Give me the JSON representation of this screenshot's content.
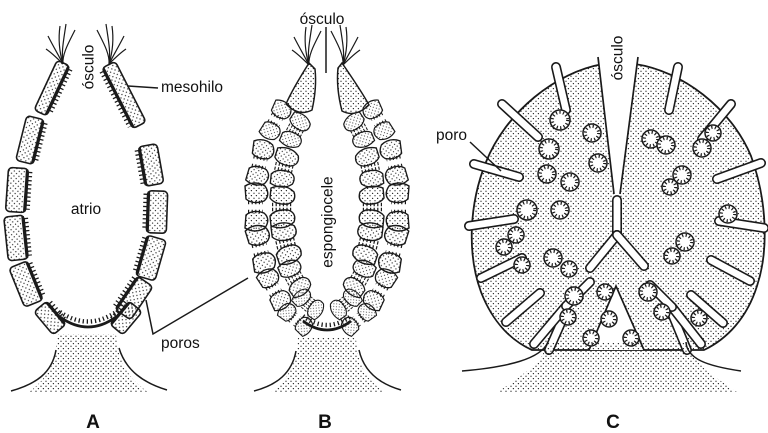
{
  "colors": {
    "ink": "#1a1a1a",
    "paper": "#ffffff"
  },
  "labels": {
    "osculo_a": "ósculo",
    "mesohilo": "mesohilo",
    "atrio": "atrio",
    "poros": "poros",
    "osculo_b": "ósculo",
    "espongiocele": "espongiocele",
    "osculo_c": "ósculo",
    "poro": "poro",
    "letter_a": "A",
    "letter_b": "B",
    "letter_c": "C"
  }
}
